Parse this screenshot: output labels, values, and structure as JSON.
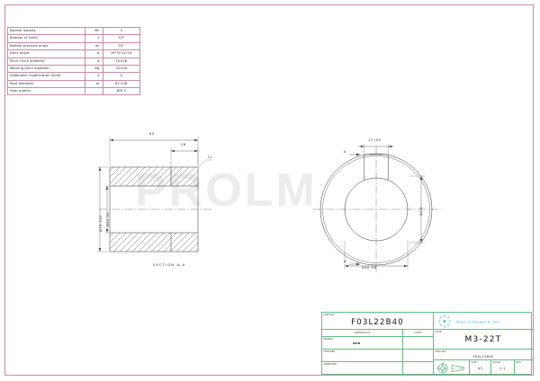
{
  "document": {
    "type": "engineering-drawing",
    "watermark": "PROLM"
  },
  "spec_table": {
    "rows": [
      {
        "name": "Normal module",
        "symbol": "Mn",
        "value": "3"
      },
      {
        "name": "Number of teeth",
        "symbol": "z",
        "value": "22T"
      },
      {
        "name": "Normal pressure angle",
        "symbol": "an",
        "value": "20°"
      },
      {
        "name": "Helix angle",
        "symbol": "b",
        "value": "19°31'42\"LH"
      },
      {
        "name": "Pitch circle diameter",
        "symbol": "d",
        "value": "70.028"
      },
      {
        "name": "Working pitch diameter",
        "symbol": "dw",
        "value": "70.028"
      },
      {
        "name": "Addendum modification factor",
        "symbol": "x",
        "value": "0"
      },
      {
        "name": "Root diameter",
        "symbol": "dr",
        "value": "62.528"
      },
      {
        "name": "Gear quality",
        "symbol": "",
        "value": "DIN 5"
      }
    ]
  },
  "section_view": {
    "caption": "SECTION A-A",
    "dim_overall_length": "65",
    "dim_bore_length": "28",
    "dim_outer_diameter": "Ø76.020",
    "dim_inner_diameter": "Ø62.50",
    "chamfer_note": "C1"
  },
  "front_view": {
    "dim_keyway_width": "12 JS9",
    "dim_bore": "Ø40 H6",
    "dim_keyway_depth": "43.3",
    "section_mark_top": "A",
    "section_mark_bottom": "A"
  },
  "title_block": {
    "part_no_label": "PART NO.",
    "part_no": "F03L22B40",
    "approvals_label": "APPROVALS",
    "date_label": "DATE",
    "drawn_label": "DRAWN",
    "drawn_by": "WEB",
    "checked_label": "CHECKED",
    "approved_label": "APPROVED",
    "company": "APEX DYNAMICS, INC.",
    "title_label": "TITLE",
    "title": "M3-22T",
    "dwg_no_label": "DWG NO.",
    "dwg_no": "F03L22B40",
    "size_label": "SIZE",
    "size": "A3",
    "scale_label": "SCALE",
    "scale": "1:1",
    "rev_label": "REV",
    "rev": ""
  },
  "colors": {
    "frame": "#c98aa8",
    "title_block": "#5fbf7f",
    "logo": "#8fd0ea",
    "line": "#333333",
    "watermark": "#ececec"
  }
}
